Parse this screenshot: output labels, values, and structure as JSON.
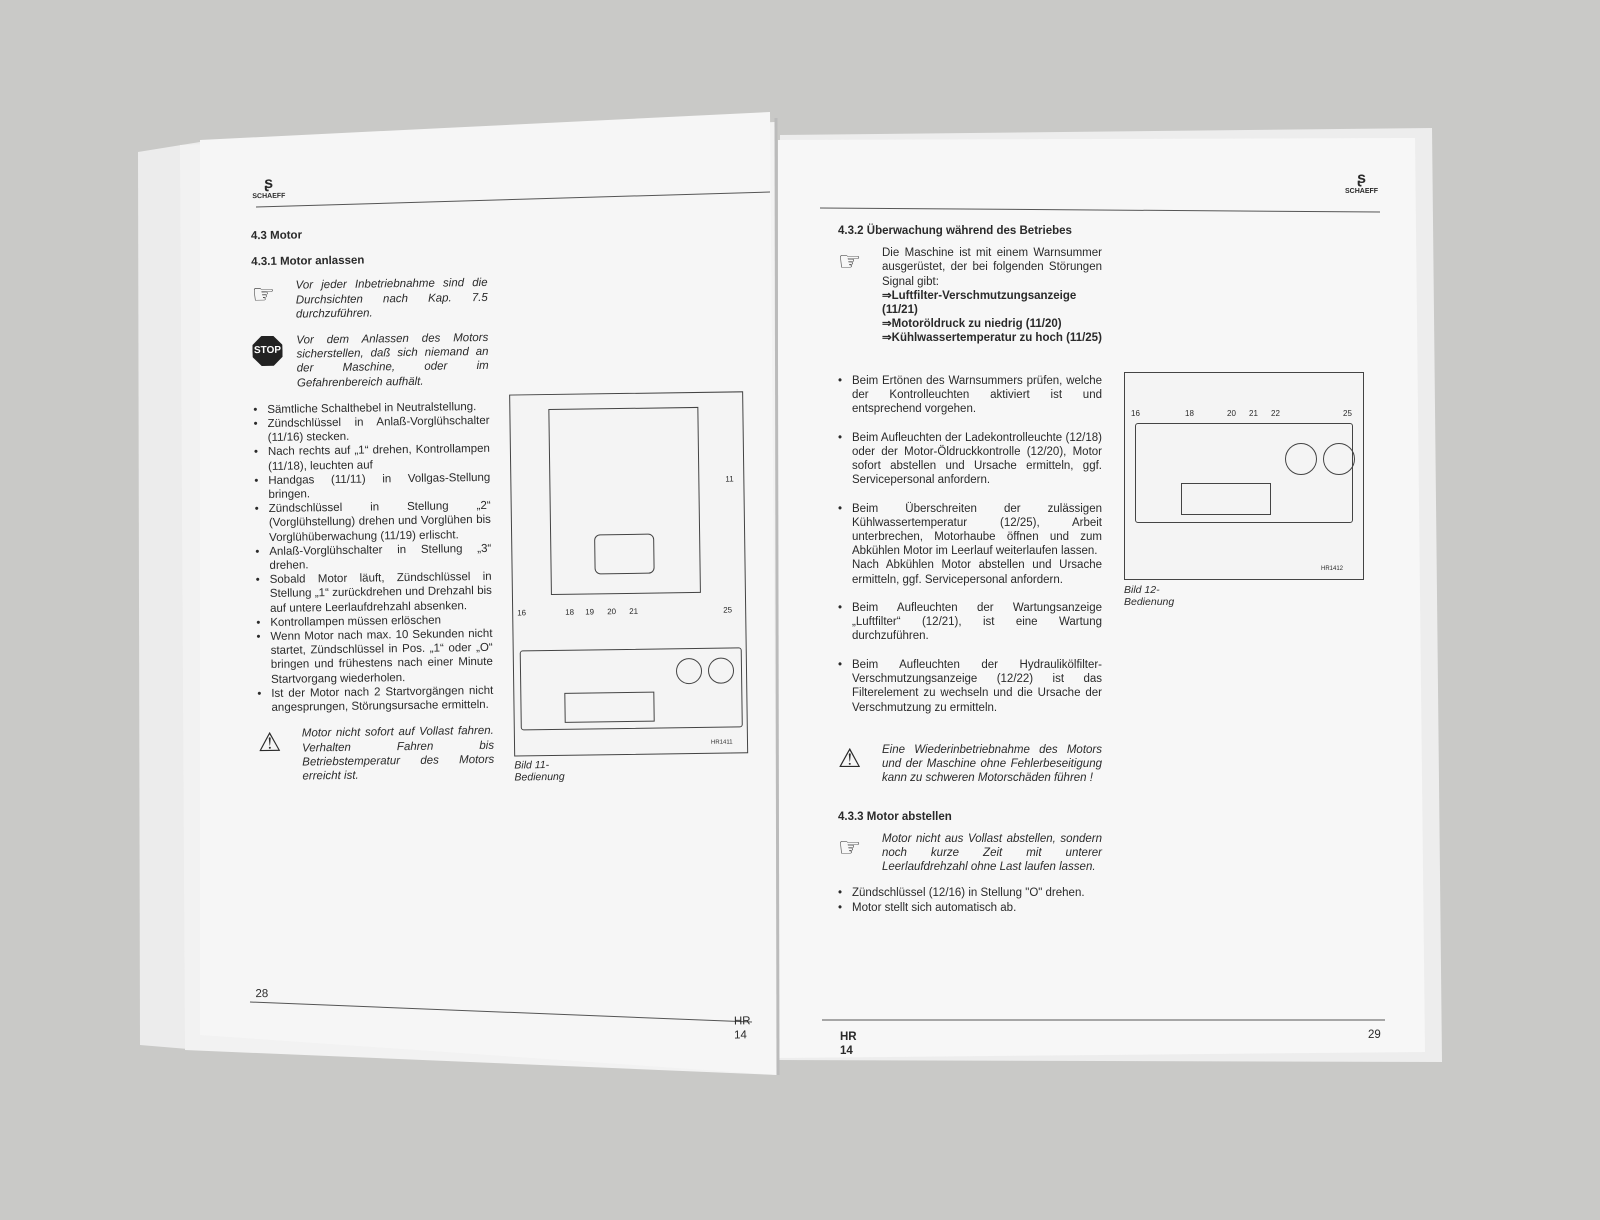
{
  "left_page": {
    "logo": "SCHAEFF",
    "h1": "4.3 Motor",
    "h2": "4.3.1 Motor anlassen",
    "note": "Vor jeder Inbetriebnahme sind die Durchsichten nach Kap. 7.5 durchzuführen.",
    "stop_label": "STOP",
    "stop_text": "Vor dem Anlassen des Motors sicherstellen, daß sich niemand an der Maschine, oder im Gefahrenbereich aufhält.",
    "bullets": [
      "Sämtliche Schalthebel in Neutralstellung.",
      "Zündschlüssel in Anlaß-Vorglühschalter (11/16) stecken.",
      "Nach rechts auf „1“ drehen, Kontrollampen (11/18), leuchten auf",
      "Handgas (11/11) in Vollgas-Stellung bringen.",
      "Zündschlüssel in Stellung „2“ (Vorglühstellung) drehen und Vorglühen bis Vorglühüberwachung (11/19) erlischt.",
      "Anlaß-Vorglühschalter in Stellung „3“ drehen.",
      "Sobald Motor läuft, Zündschlüssel in Stellung „1“ zurückdrehen und Drehzahl bis auf untere Leerlaufdrehzahl absenken.",
      "Kontrollampen müssen erlöschen",
      "Wenn Motor nach max. 10 Sekunden nicht startet, Zündschlüssel in Pos. „1“ oder „O“ bringen und frühestens nach einer Minute Startvorgang wiederholen.",
      "Ist der Motor nach 2 Startvorgängen nicht angesprungen, Störungsursache ermitteln."
    ],
    "warning": "Motor nicht sofort auf Vollast fahren. Verhalten Fahren bis Betriebstemperatur des Motors erreicht ist.",
    "figure": {
      "labels": [
        "16",
        "18",
        "19",
        "20",
        "21",
        "25",
        "11"
      ],
      "code": "HR1411",
      "caption": "Bild 11-Bedienung"
    },
    "page_number": "28",
    "footer": "HR 14"
  },
  "right_page": {
    "logo": "SCHAEFF",
    "h2": "4.3.2 Überwachung während des Betriebes",
    "note": "Die Maschine ist mit einem Warnsummer ausgerüstet, der bei folgenden Störungen Signal gibt:",
    "signals": [
      "⇒Luftfilter-Verschmutzungsanzeige (11/21)",
      "⇒Motoröldruck zu niedrig (11/20)",
      "⇒Kühlwassertemperatur zu hoch (11/25)"
    ],
    "bullets": [
      "Beim Ertönen des Warnsummers prüfen, welche der Kontrolleuchten aktiviert ist und entsprechend vorgehen.",
      "Beim Aufleuchten der Ladekontrolleuchte (12/18) oder der Motor-Öldruckkontrolle (12/20), Motor sofort abstellen und Ursache ermitteln, ggf. Servicepersonal anfordern.",
      "Beim Überschreiten der zulässigen Kühlwassertemperatur (12/25), Arbeit unterbrechen, Motorhaube öffnen und zum Abkühlen Motor im Leerlauf weiterlaufen lassen.\nNach Abkühlen Motor abstellen und Ursache ermitteln, ggf. Servicepersonal anfordern.",
      "Beim Aufleuchten der Wartungsanzeige „Luftfilter“ (12/21), ist eine Wartung durchzuführen.",
      "Beim Aufleuchten der Hydraulikölfilter-Verschmutzungsanzeige (12/22) ist das Filterelement zu wechseln und die Ursache der Verschmutzung zu ermitteln."
    ],
    "warning": "Eine Wiederinbetriebnahme des Motors und der Maschine ohne Fehlerbeseitigung kann zu schweren Motorschäden führen !",
    "h3": "4.3.3 Motor abstellen",
    "note2": "Motor nicht aus Vollast abstellen, sondern noch kurze Zeit mit unterer Leerlaufdrehzahl ohne Last laufen lassen.",
    "bullets2": [
      "Zündschlüssel (12/16) in Stellung \"O\" drehen.",
      "Motor stellt sich automatisch ab."
    ],
    "figure": {
      "labels": [
        "16",
        "18",
        "20",
        "21",
        "22",
        "25"
      ],
      "code": "HR1412",
      "caption": "Bild 12-Bedienung"
    },
    "page_number": "29",
    "footer": "HR 14"
  }
}
